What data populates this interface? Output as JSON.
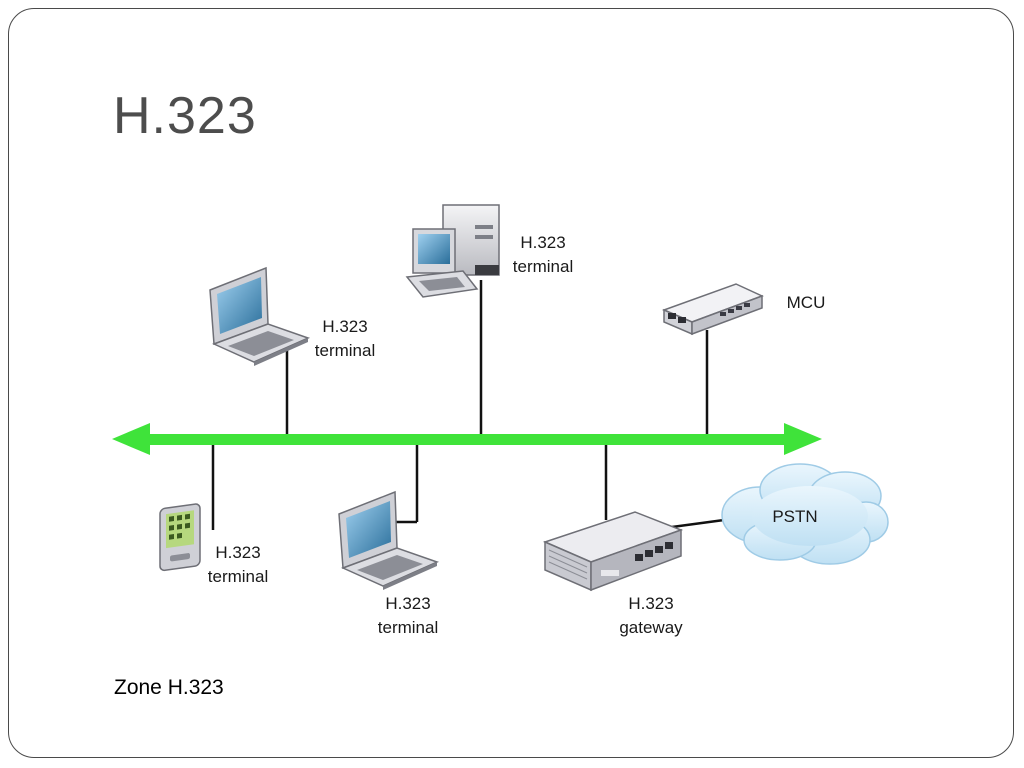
{
  "slide": {
    "title": "H.323",
    "caption": "Zone H.323"
  },
  "diagram": {
    "backbone_color": "#3fe33a",
    "cloud_color": "#cfe9f7",
    "nodes": {
      "laptop_top": {
        "line1": "H.323",
        "line2": "terminal"
      },
      "desktop_top": {
        "line1": "H.323",
        "line2": "terminal"
      },
      "mcu": {
        "label": "MCU"
      },
      "pda": {
        "line1": "H.323",
        "line2": "terminal"
      },
      "laptop_bottom": {
        "line1": "H.323",
        "line2": "terminal"
      },
      "gateway": {
        "line1": "H.323",
        "line2": "gateway"
      },
      "pstn": {
        "label": "PSTN"
      }
    }
  }
}
